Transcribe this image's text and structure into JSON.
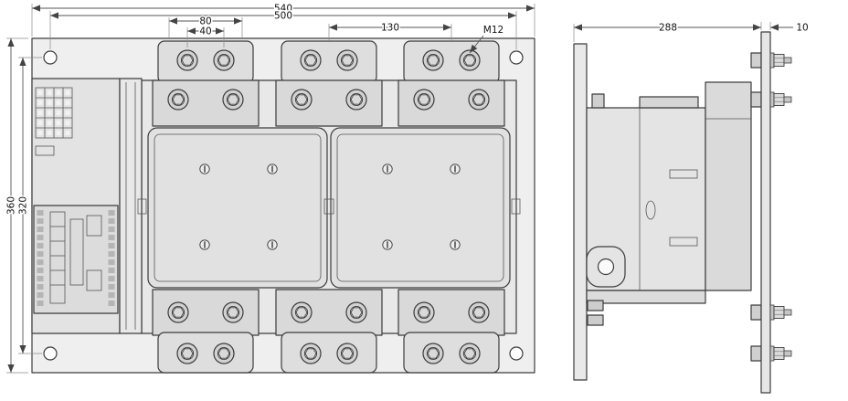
{
  "dims": {
    "front": {
      "overall_width": "540",
      "hole_span_width": "500",
      "terminal_width": "80",
      "terminal_bolt_spacing": "40",
      "pole_pitch": "130",
      "bolt_thread": "M12",
      "overall_height": "360",
      "hole_span_height": "320"
    },
    "side": {
      "depth": "288",
      "terminal_plate_thickness": "10"
    }
  }
}
